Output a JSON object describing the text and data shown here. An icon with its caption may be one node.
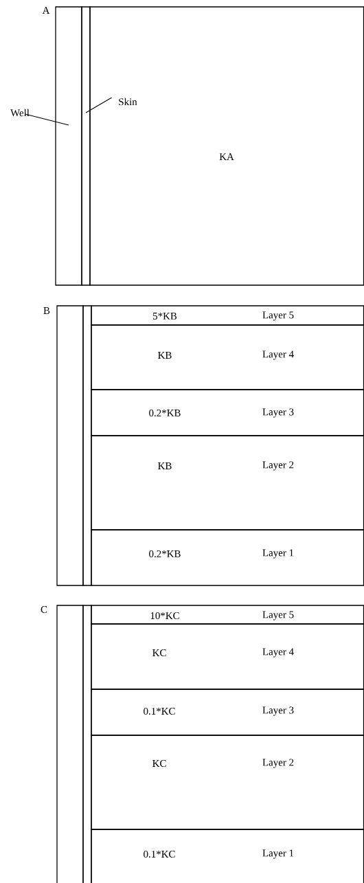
{
  "diagram": {
    "nodes": [
      {
        "text": [
          "Skin"
        ],
        "in": 4
      },
      {
        "text": [
          "Well"
        ]
      },
      {
        "text": [],
        "shape": "box"
      },
      {
        "text": [],
        "shape": "box"
      },
      {
        "text": [
          "KA"
        ]
      },
      {
        "text": [],
        "shape": "box"
      },
      {
        "text": [],
        "shape": "box"
      },
      {
        "text": [
          "5*KB",
          "Layer 5"
        ]
      },
      {
        "text": [
          "KB",
          "Layer 4"
        ]
      },
      {
        "text": [
          "0.2*KB",
          "Layer 3"
        ]
      },
      {
        "text": [
          "KB",
          "Layer 2"
        ]
      },
      {
        "text": [
          "0.2*KB",
          "Layer 1"
        ]
      },
      {
        "text": [],
        "shape": "box"
      },
      {
        "text": [],
        "shape": "box"
      },
      {
        "text": [
          "10*KC",
          "Layer 5"
        ]
      },
      {
        "text": [
          "KC",
          "Layer 4"
        ]
      },
      {
        "text": [
          "0.1*KC",
          "Layer 3"
        ]
      },
      {
        "text": [
          "KC",
          "Layer 2"
        ]
      },
      {
        "text": [
          "0.1*KC",
          "Layer 1"
        ]
      }
    ],
    "edges": [
      {
        "from": 0,
        "to": 3,
        "arrow": "none"
      },
      {
        "from": 1,
        "to": 2,
        "arrow": "none"
      }
    ],
    "labels": [
      "A",
      "B",
      "C"
    ]
  }
}
